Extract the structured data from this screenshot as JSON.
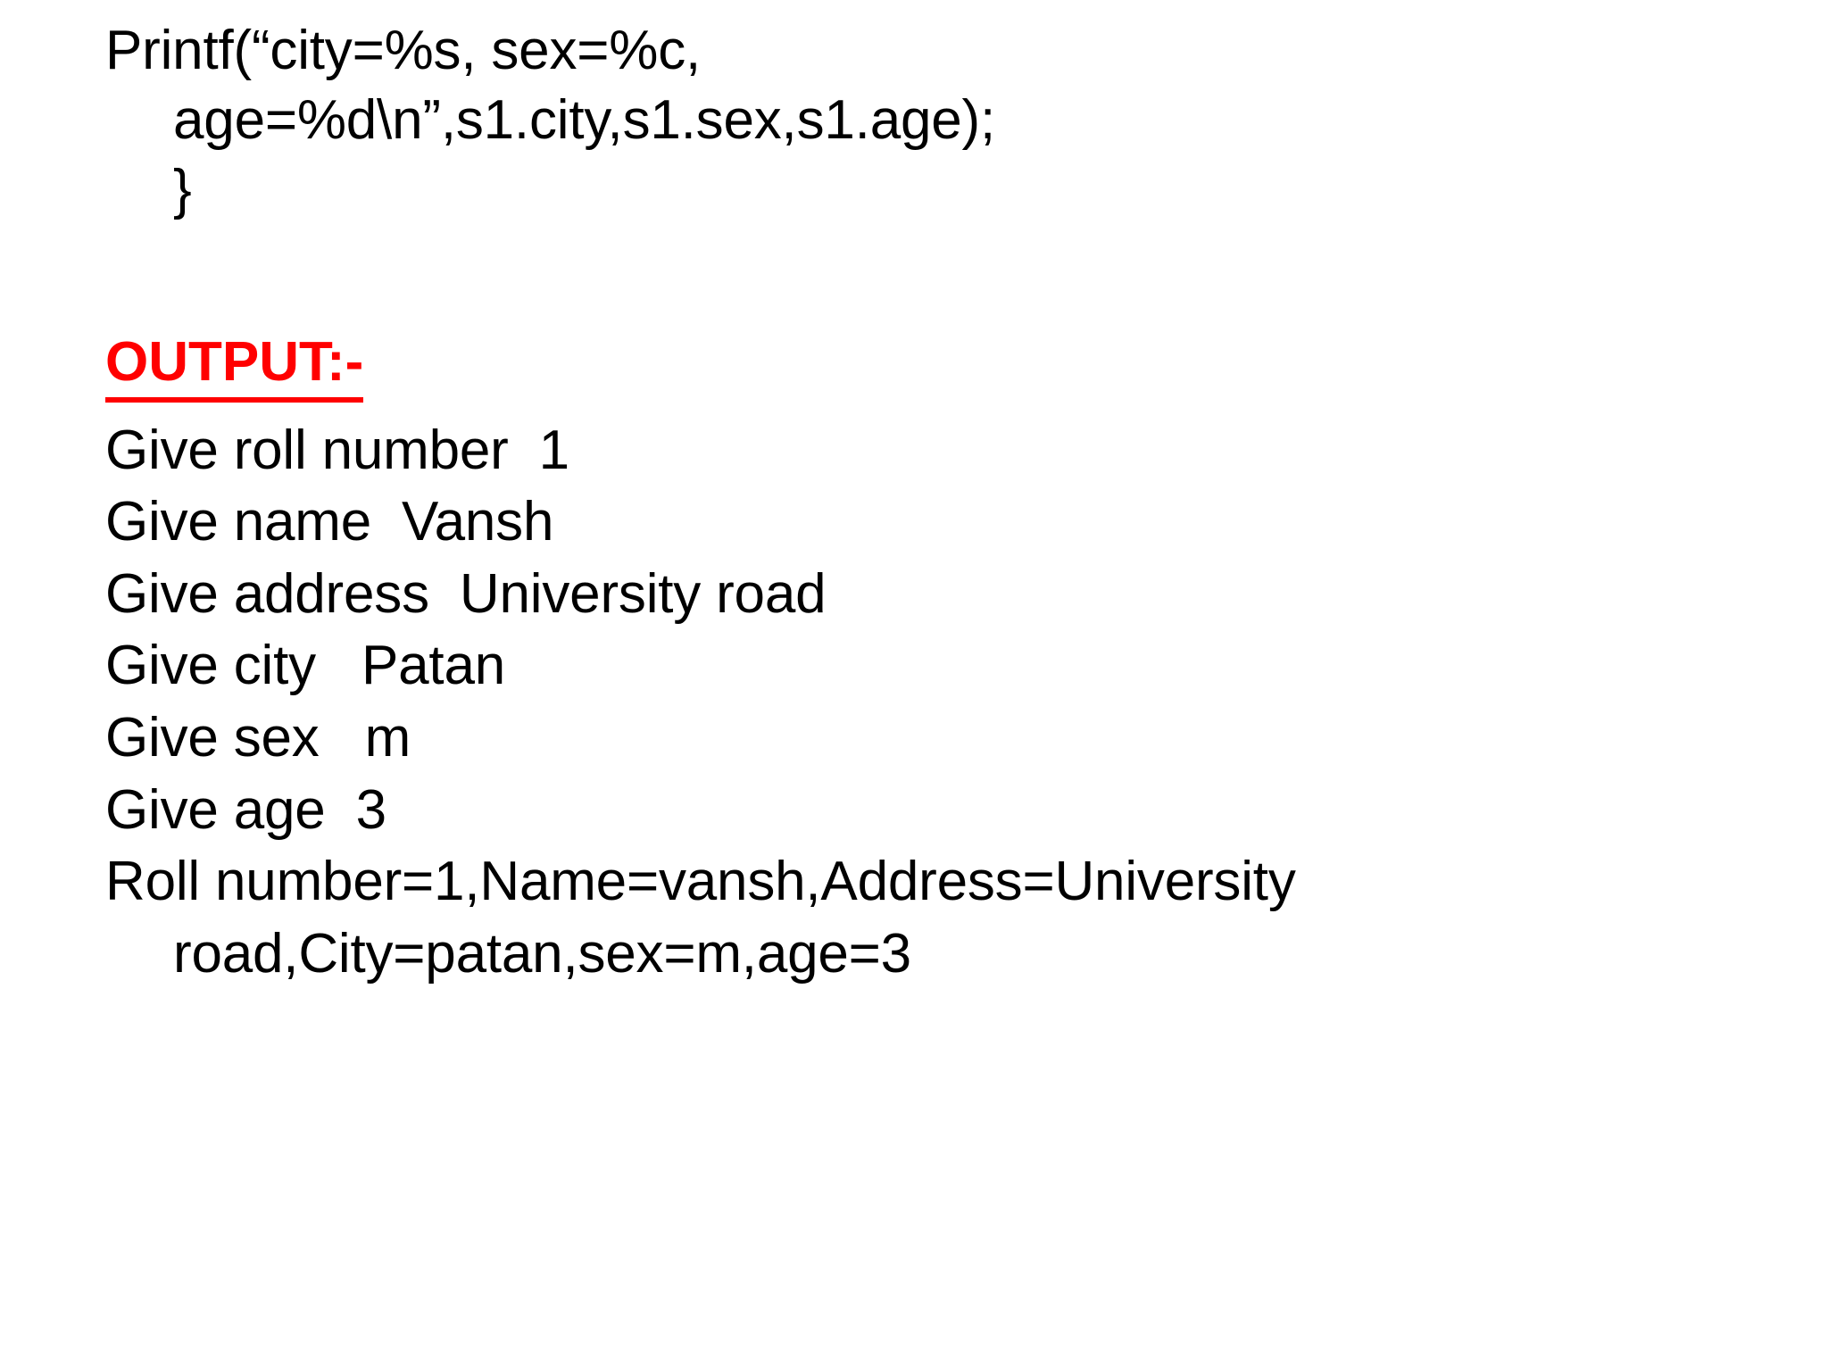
{
  "slide": {
    "background_color": "#ffffff",
    "text_color": "#000000",
    "accent_color": "#FF0000"
  },
  "code": {
    "lines": [
      "Printf(“city=%s, sex=%c,",
      "age=%d\\n”,s1.city,s1.sex,s1.age);",
      "}"
    ]
  },
  "output": {
    "heading": "OUTPUT:-",
    "lines": [
      "Give roll number  1",
      "Give name  Vansh",
      "Give address  University road",
      "Give city   Patan",
      "Give sex   m",
      "Give age  3"
    ],
    "result_line_1": "Roll number=1,Name=vansh,Address=University",
    "result_line_2": "road,City=patan,sex=m,age=3"
  }
}
